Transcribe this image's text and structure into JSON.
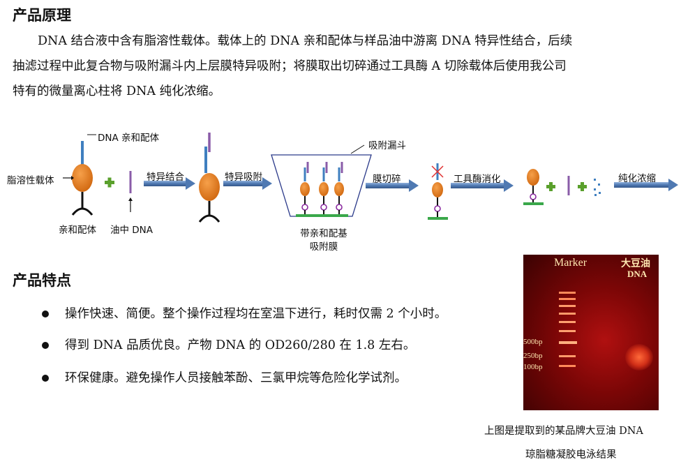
{
  "principle": {
    "title": "产品原理",
    "lines": [
      "DNA 结合液中含有脂溶性载体。载体上的 DNA 亲和配体与样品油中游离 DNA 特异性结合，后续",
      "抽滤过程中此复合物与吸附漏斗内上层膜特异吸附；将膜取出切碎通过工具酶 A 切除载体后使用我公司",
      "特有的微量离心柱将 DNA 纯化浓缩。"
    ]
  },
  "diagram": {
    "label_dna_ligand": "DNA 亲和配体",
    "label_carrier": "脂溶性载体",
    "label_affinity_ligand": "亲和配体",
    "label_oil_dna": "油中 DNA",
    "step1": "特异结合",
    "step2": "特异吸附",
    "label_funnel": "吸附漏斗",
    "membrane_line1": "带亲和配基",
    "membrane_line2": "吸附膜",
    "step3": "膜切碎",
    "step4": "工具酶消化",
    "step5": "纯化浓缩"
  },
  "features": {
    "title": "产品特点",
    "items": [
      "操作快速、简便。整个操作过程均在室温下进行，耗时仅需 2 个小时。",
      "得到 DNA 品质优良。产物 DNA 的 OD260/280 在 1.8 左右。",
      "环保健康。避免操作人员接触苯酚、三氯甲烷等危险化学试剂。"
    ]
  },
  "gel": {
    "lane1": "Marker",
    "lane2_line1": "大豆油",
    "lane2_line2": "DNA",
    "bp": [
      "500bp",
      "250bp",
      "100bp"
    ],
    "caption_line1": "上图是提取到的某品牌大豆油 DNA",
    "caption_line2": "琼脂糖凝胶电泳结果"
  },
  "colors": {
    "arrow": "#4f79b2",
    "carrier": "#e07a1f",
    "ligand": "#3f7fbf",
    "dna": "#8a5ca8",
    "membrane": "#3aa84a",
    "plus": "#5aa02c",
    "cut_mark": "#e03030"
  }
}
